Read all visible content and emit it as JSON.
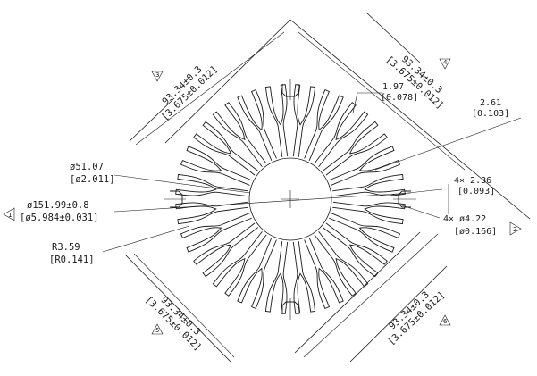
{
  "title": "",
  "dimensions": {
    "side_top_left": {
      "mm": "93.34±0.3",
      "inch": "[3.675±0.012]"
    },
    "side_top_right": {
      "mm": "93.34±0.3",
      "inch": "[3.675±0.012]"
    },
    "side_bottom_left": {
      "mm": "93.34±0.3",
      "inch": "[3.675±0.012]"
    },
    "side_bottom_right": {
      "mm": "93.34±0.3",
      "inch": "[3.675±0.012]"
    },
    "fin_width": {
      "mm": "1.97",
      "inch": "[0.078]"
    },
    "fin_tip": {
      "mm": "2.61",
      "inch": "[0.103]"
    },
    "core_diameter": {
      "mm": "ø51.07",
      "inch": "[ø2.011]"
    },
    "outer_diameter": {
      "mm": "ø151.99±0.8",
      "inch": "[ø5.984±0.031]"
    },
    "mount_slot": {
      "mm": "4×  2.36",
      "inch": "[0.093]"
    },
    "mount_hole": {
      "mm": "4×  ø4.22",
      "inch": "[ø0.166]"
    },
    "fillet_radius": {
      "mm": "R3.59",
      "inch": "[R0.141]"
    }
  },
  "callouts": {
    "c1": "1",
    "c2": "2",
    "c3": "3",
    "c4": "4",
    "c5": "5",
    "c6": "6"
  },
  "fin_count": 24,
  "colors": {
    "line": "#1a1a1a",
    "background": "#ffffff"
  }
}
